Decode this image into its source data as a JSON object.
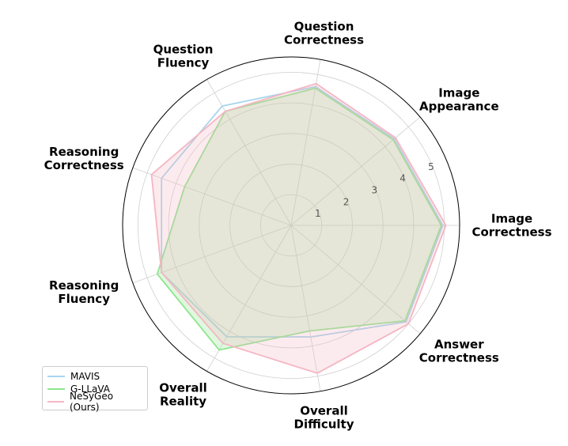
{
  "chart_data": {
    "type": "radar",
    "categories": [
      "Image Correctness",
      "Image Appearance",
      "Question Correctness",
      "Question Fluency",
      "Reasoning Correctness",
      "Reasoning Fluency",
      "Overall Reality",
      "Overall Difficulty",
      "Answer Correctness"
    ],
    "axis_labels": [
      [
        "Image",
        "Correctness"
      ],
      [
        "Image",
        "Appearance"
      ],
      [
        "Question",
        "Correctness"
      ],
      [
        "Question",
        "Fluency"
      ],
      [
        "Reasoning",
        "Correctness"
      ],
      [
        "Reasoning",
        "Fluency"
      ],
      [
        "Overall",
        "Reality"
      ],
      [
        "Overall",
        "Difficulty"
      ],
      [
        "Answer",
        "Correctness"
      ]
    ],
    "r_ticks": [
      "1",
      "2",
      "3",
      "4",
      "5"
    ],
    "rlim": [
      0,
      5.5
    ],
    "series": [
      {
        "name": "MAVIS",
        "color": "#a8d4ec",
        "fill": false,
        "values": [
          4.95,
          4.4,
          4.6,
          4.5,
          4.5,
          4.5,
          4.2,
          3.7,
          4.9
        ]
      },
      {
        "name": "G-LLaVA",
        "color": "#8ee58e",
        "fill": true,
        "values": [
          4.9,
          4.35,
          4.55,
          4.3,
          3.7,
          4.65,
          4.7,
          3.5,
          4.85
        ]
      },
      {
        "name": "NeSyGeo (Ours)",
        "color": "#f4b6c2",
        "fill": true,
        "values": [
          5.05,
          4.45,
          4.7,
          4.3,
          4.85,
          4.5,
          4.45,
          4.9,
          5.0
        ]
      }
    ],
    "legend_position": "lower-left",
    "grid": true
  }
}
